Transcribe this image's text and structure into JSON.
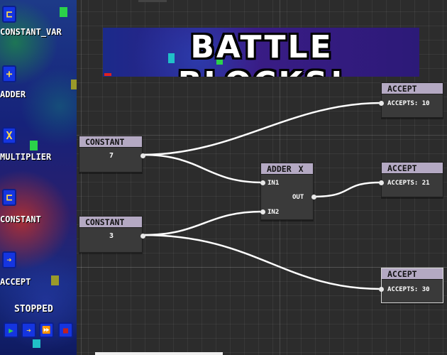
{
  "sidebar": {
    "tools": [
      {
        "icon": "⊏",
        "label": "CONSTANT_VAR",
        "icon_name": "constant-var-icon"
      },
      {
        "icon": "+",
        "label": "ADDER",
        "icon_name": "plus-icon"
      },
      {
        "icon": "X",
        "label": "MULTIPLIER",
        "icon_name": "multiply-icon"
      },
      {
        "icon": "⊏",
        "label": "CONSTANT",
        "icon_name": "constant-icon"
      },
      {
        "icon": "➔",
        "label": "ACCEPT",
        "icon_name": "arrow-right-icon"
      }
    ],
    "status": "STOPPED",
    "controls": [
      {
        "name": "play-icon",
        "glyph": "▶",
        "color": "#33d14a"
      },
      {
        "name": "step-icon",
        "glyph": "➔",
        "color": "#ffd84a"
      },
      {
        "name": "fast-forward-icon",
        "glyph": "⏩",
        "color": "#ffd84a"
      },
      {
        "name": "stop-icon",
        "glyph": "■",
        "color": "#c02020"
      }
    ]
  },
  "banner": {
    "title": "BATTLE BLOCKS!"
  },
  "nodes": {
    "constant_1": {
      "title": "CONSTANT",
      "value": "7"
    },
    "constant_2": {
      "title": "CONSTANT",
      "value": "3"
    },
    "adder": {
      "title": "ADDER",
      "close": "X",
      "in1": "IN1",
      "in2": "IN2",
      "out": "OUT"
    },
    "accept_1": {
      "title": "ACCEPT",
      "label": "ACCEPTS: 10"
    },
    "accept_2": {
      "title": "ACCEPT",
      "label": "ACCEPTS: 21"
    },
    "accept_3": {
      "title": "ACCEPT",
      "label": "ACCEPTS: 30"
    }
  },
  "colors": {
    "node_header": "#b4a9c3",
    "node_body": "#3a3a3a",
    "wire": "#ffffff",
    "button_blue": "#1535e0",
    "canvas": "#2c2c2c"
  }
}
